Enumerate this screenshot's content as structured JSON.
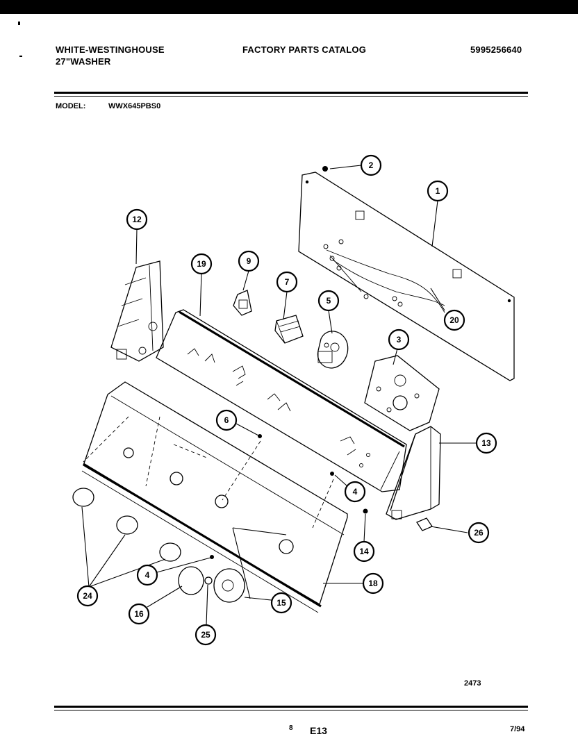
{
  "header": {
    "brand": "WHITE-WESTINGHOUSE",
    "product": "27\"WASHER",
    "catalog_title": "FACTORY PARTS CATALOG",
    "catalog_number": "5995256640"
  },
  "model": {
    "label": "MODEL:",
    "number": "WWX645PBS0"
  },
  "diagram": {
    "drawing_number": "2473",
    "callouts": [
      {
        "id": "c1",
        "label": "1"
      },
      {
        "id": "c2",
        "label": "2"
      },
      {
        "id": "c3",
        "label": "3"
      },
      {
        "id": "c4a",
        "label": "4"
      },
      {
        "id": "c4b",
        "label": "4"
      },
      {
        "id": "c5",
        "label": "5"
      },
      {
        "id": "c6",
        "label": "6"
      },
      {
        "id": "c7",
        "label": "7"
      },
      {
        "id": "c9",
        "label": "9"
      },
      {
        "id": "c12",
        "label": "12"
      },
      {
        "id": "c13",
        "label": "13"
      },
      {
        "id": "c14",
        "label": "14"
      },
      {
        "id": "c15",
        "label": "15"
      },
      {
        "id": "c16",
        "label": "16"
      },
      {
        "id": "c18",
        "label": "18"
      },
      {
        "id": "c19",
        "label": "19"
      },
      {
        "id": "c20",
        "label": "20"
      },
      {
        "id": "c24",
        "label": "24"
      },
      {
        "id": "c25",
        "label": "25"
      },
      {
        "id": "c26",
        "label": "26"
      }
    ]
  },
  "footer": {
    "small_mark": "8",
    "page_code": "E13",
    "date": "7/94"
  }
}
